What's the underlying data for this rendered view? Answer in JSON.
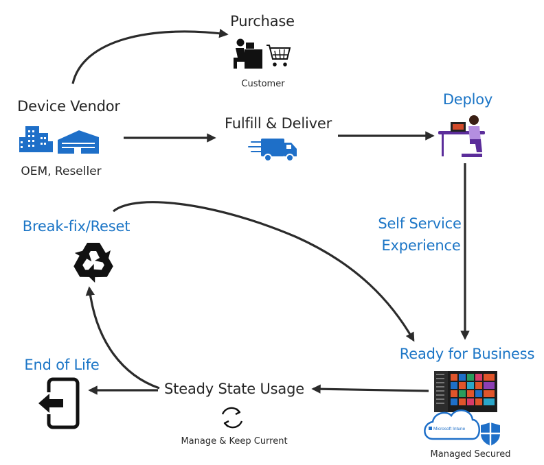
{
  "colors": {
    "text_dark": "#262626",
    "text_blue": "#1b75c6",
    "arrow": "#2b2b2b",
    "icon_blue": "#1e6fc8",
    "icon_purple": "#5b2d9a",
    "windows_orange": "#e0552b"
  },
  "nodes": {
    "purchase": {
      "label": "Purchase",
      "sublabel": "Customer",
      "icon": "customer-cart-icon"
    },
    "vendor": {
      "label": "Device Vendor",
      "sublabel": "OEM, Reseller",
      "icon": "buildings-icon"
    },
    "fulfill": {
      "label": "Fulfill & Deliver",
      "icon": "delivery-truck-icon"
    },
    "deploy": {
      "label": "Deploy",
      "icon": "person-at-laptop-icon"
    },
    "self_service": {
      "line1": "Self Service",
      "line2": "Experience"
    },
    "ready": {
      "label": "Ready for Business",
      "sublabel": "Managed Secured",
      "icon": "windows-start-icon",
      "intune_text": "Microsoft Intune"
    },
    "break_fix": {
      "label": "Break-fix/Reset",
      "icon": "recycle-icon"
    },
    "steady": {
      "label": "Steady State Usage",
      "sublabel": "Manage & Keep Current",
      "icon": "sync-icon"
    },
    "end_of_life": {
      "label": "End of Life",
      "icon": "exit-door-icon"
    }
  }
}
